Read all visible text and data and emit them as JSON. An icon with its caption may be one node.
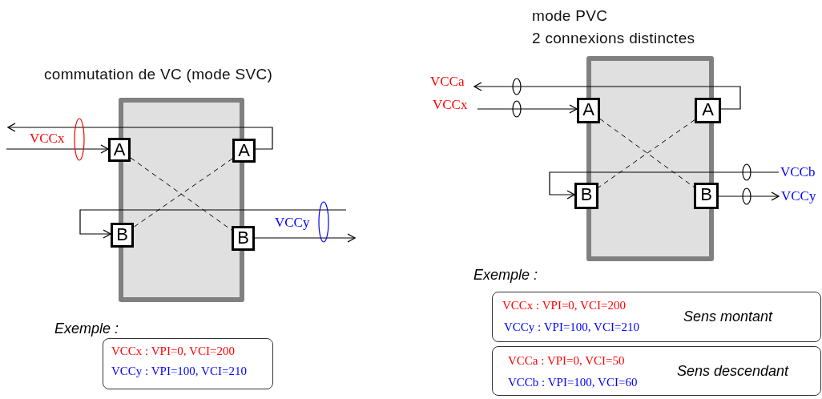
{
  "diagram": {
    "nodes": [
      {
        "text": [
          "commutation de VC (mode SVC)"
        ]
      },
      {
        "text": [
          "A"
        ],
        "in": 0
      },
      {
        "text": [
          "A"
        ],
        "in": 0
      },
      {
        "text": [
          "B"
        ],
        "in": 0
      },
      {
        "text": [
          "B"
        ],
        "in": 0
      },
      {
        "text": [
          "mode PVC",
          "2 connexions distinctes"
        ]
      },
      {
        "text": [
          "A"
        ],
        "in": 5
      },
      {
        "text": [
          "A"
        ],
        "in": 5
      },
      {
        "text": [
          "B"
        ],
        "in": 5
      },
      {
        "text": [
          "B"
        ],
        "in": 5
      },
      {
        "text": [
          "VCCx : VPI=0, VCI=200",
          "VCCy : VPI=100, VCI=210"
        ]
      },
      {
        "text": [
          "VCCx : VPI=0, VCI=200",
          "VCCy : VPI=100, VCI=210",
          "Sens montant"
        ]
      },
      {
        "text": [
          "VCCa : VPI=0, VCI=50",
          "VCCb : VPI=100, VCI=60",
          "Sens descendant"
        ]
      }
    ],
    "edges": [
      {
        "from": null,
        "to": 1,
        "arrow": "to",
        "label": "VCCx"
      },
      {
        "from": 2,
        "to": null,
        "arrow": "to"
      },
      {
        "from": 1,
        "to": 4,
        "arrow": "none",
        "style": "dashed"
      },
      {
        "from": 2,
        "to": 3,
        "arrow": "none",
        "style": "dashed"
      },
      {
        "from": null,
        "to": 3,
        "arrow": "to"
      },
      {
        "from": 4,
        "to": null,
        "arrow": "to",
        "label": "VCCy"
      },
      {
        "from": null,
        "to": 6,
        "arrow": "to",
        "label": "VCCx"
      },
      {
        "from": 7,
        "to": null,
        "arrow": "to",
        "label": "VCCa"
      },
      {
        "from": 6,
        "to": 9,
        "arrow": "none",
        "style": "dashed"
      },
      {
        "from": 7,
        "to": 8,
        "arrow": "none",
        "style": "dashed"
      },
      {
        "from": null,
        "to": 8,
        "arrow": "to",
        "label": "VCCb"
      },
      {
        "from": 9,
        "to": null,
        "arrow": "to",
        "label": "VCCy"
      }
    ],
    "labels": [
      "Exemple :",
      "Exemple :"
    ]
  }
}
